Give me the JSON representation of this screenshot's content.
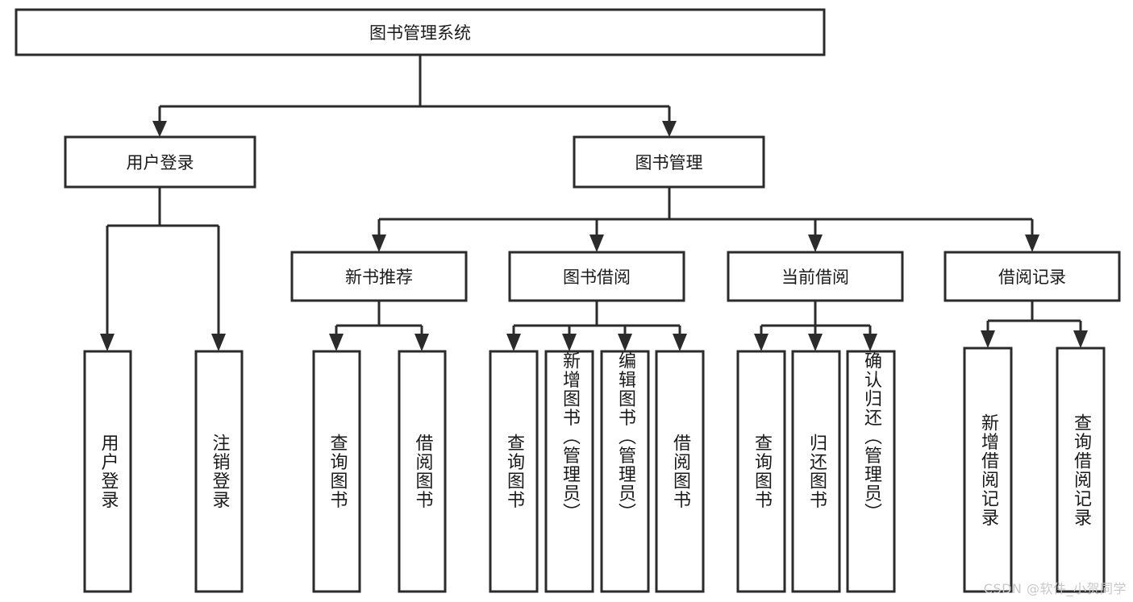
{
  "diagram": {
    "title": "图书管理系统",
    "type": "tree-hierarchy",
    "watermark": "CSDN @软件_小贺同学",
    "colors": {
      "stroke": "#2b2b2b",
      "fill": "#ffffff",
      "text": "#1a1a1a",
      "watermark": "#c8c8c8"
    },
    "root": {
      "label": "图书管理系统"
    },
    "level2": [
      {
        "label": "用户登录"
      },
      {
        "label": "图书管理"
      }
    ],
    "level3": [
      {
        "label": "新书推荐"
      },
      {
        "label": "图书借阅"
      },
      {
        "label": "当前借阅"
      },
      {
        "label": "借阅记录"
      }
    ],
    "leaves": {
      "user_login": [
        {
          "label": "用户登录"
        },
        {
          "label": "注销登录"
        }
      ],
      "new_book_recommend": [
        {
          "label": "查询图书"
        },
        {
          "label": "借阅图书"
        }
      ],
      "book_borrow": [
        {
          "label": "查询图书"
        },
        {
          "label": "新增图书（管理员）"
        },
        {
          "label": "编辑图书（管理员）"
        },
        {
          "label": "借阅图书"
        }
      ],
      "current_borrow": [
        {
          "label": "查询图书"
        },
        {
          "label": "归还图书"
        },
        {
          "label": "确认归还（管理员）"
        }
      ],
      "borrow_record": [
        {
          "label": "新增借阅记录"
        },
        {
          "label": "查询借阅记录"
        }
      ]
    }
  }
}
